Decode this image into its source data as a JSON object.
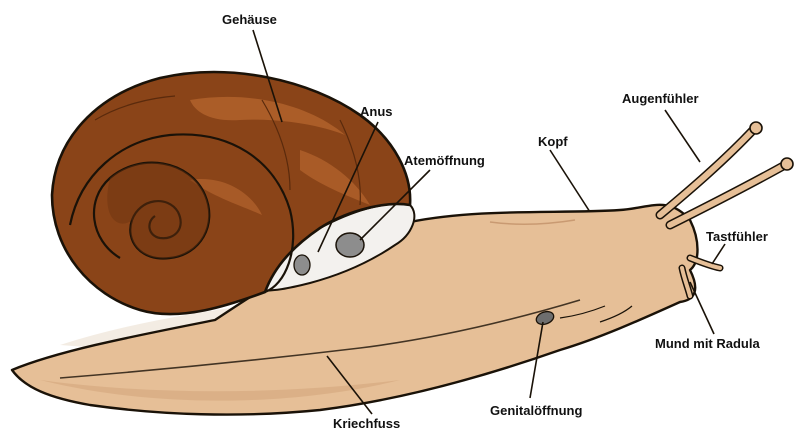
{
  "diagram": {
    "labels": {
      "gehaeuse": "Gehäuse",
      "anus": "Anus",
      "atemoeffnung": "Atemöffnung",
      "kopf": "Kopf",
      "augenfuehler": "Augenfühler",
      "tastfuehler": "Tastfühler",
      "mund": "Mund mit Radula",
      "genitaloeffnung": "Genitalöffnung",
      "kriechfuss": "Kriechfuss"
    },
    "colors": {
      "shell_dark": "#5a2a0c",
      "shell_mid": "#8a4418",
      "shell_light": "#b0622c",
      "body": "#e6bf97",
      "body_shadow": "#c99a72",
      "outline": "#1a1208",
      "mantle": "#f3f1ee",
      "pore": "#8d8d8d",
      "background": "#ffffff"
    }
  }
}
